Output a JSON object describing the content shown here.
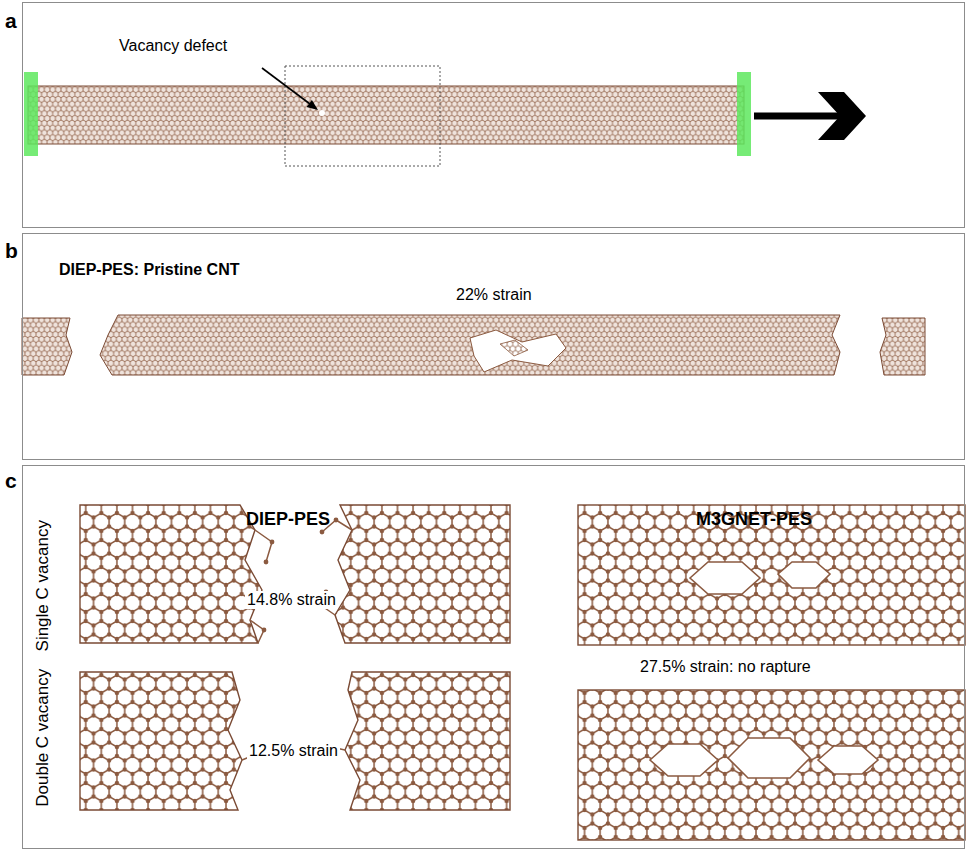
{
  "diagram": {
    "nodes": [
      {
        "text": [
          "a",
          "Vacancy defect"
        ]
      },
      {
        "text": [
          "b",
          "DIEP-PES: Pristine CNT",
          "22% strain"
        ]
      },
      {
        "text": [
          "c",
          "DIEP-PES",
          "M3GNET-PES",
          "Single C vacancy",
          "Double C vacancy",
          "14.8% strain",
          "12.5% strain",
          "27.5% strain: no rapture"
        ]
      }
    ]
  }
}
